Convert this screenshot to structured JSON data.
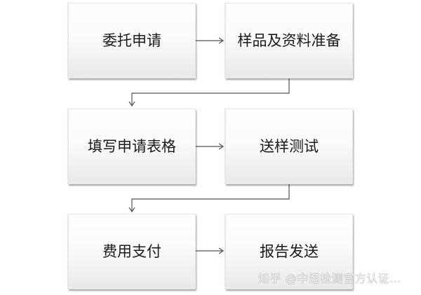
{
  "diagram": {
    "type": "flowchart",
    "steps": [
      {
        "id": 1,
        "label": "委托申请"
      },
      {
        "id": 2,
        "label": "样品及资料准备"
      },
      {
        "id": 3,
        "label": "填写申请表格"
      },
      {
        "id": 4,
        "label": "送样测试"
      },
      {
        "id": 5,
        "label": "费用支付"
      },
      {
        "id": 6,
        "label": "报告发送"
      }
    ],
    "edges": [
      {
        "from": 1,
        "to": 2
      },
      {
        "from": 2,
        "to": 3
      },
      {
        "from": 3,
        "to": 4
      },
      {
        "from": 4,
        "to": 5
      },
      {
        "from": 5,
        "to": 6
      }
    ],
    "colors": {
      "box_top": "#ffffff",
      "box_bottom": "#e9e9e9",
      "line": "#555555",
      "text": "#1a1a1a"
    }
  },
  "watermark": {
    "text": "知乎 @中诺检测官方认证..."
  }
}
